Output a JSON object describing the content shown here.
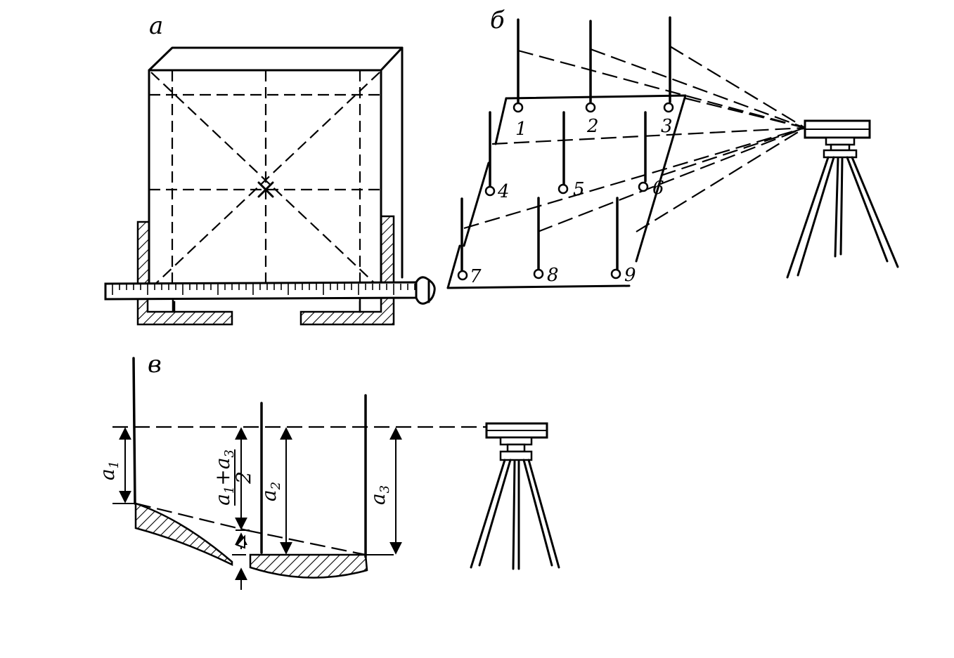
{
  "panels": {
    "a": {
      "label": "а"
    },
    "b": {
      "label": "б",
      "points": [
        "1",
        "2",
        "3",
        "4",
        "5",
        "6",
        "7",
        "8",
        "9"
      ]
    },
    "c": {
      "label": "в",
      "dims": {
        "a1_base": "a",
        "a1_sub": "1",
        "half_num_a1": "a",
        "half_num_a1_sub": "1",
        "half_plus": "+",
        "half_num_a3": "a",
        "half_num_a3_sub": "3",
        "half_den": "2",
        "a2_base": "a",
        "a2_sub": "2",
        "a3_base": "a",
        "a3_sub": "3"
      }
    }
  },
  "colors": {
    "ink": "#000000",
    "paper": "#ffffff"
  }
}
